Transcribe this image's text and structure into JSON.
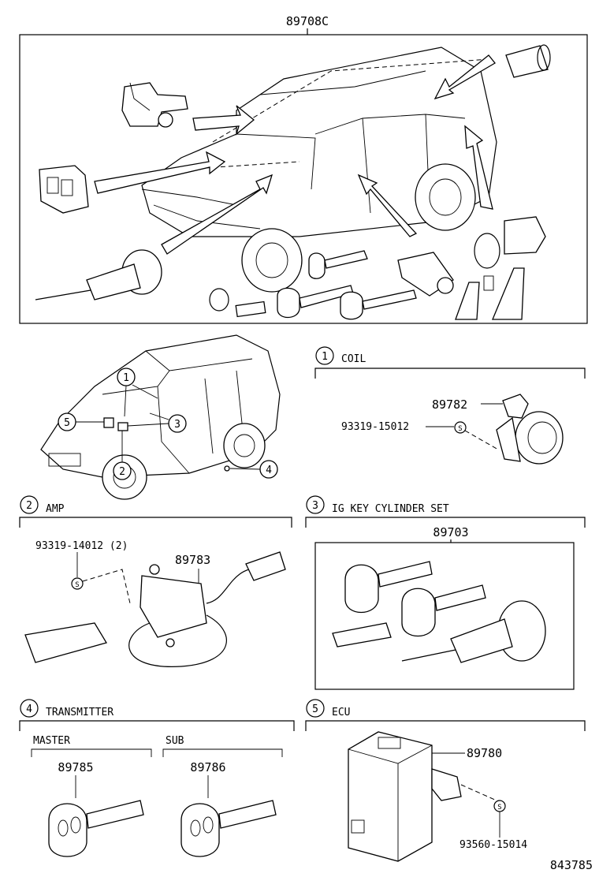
{
  "top": {
    "part_number": "89708C"
  },
  "sections": {
    "coil": {
      "index": "1",
      "title": "COIL",
      "parts": {
        "coil": "89782",
        "screw": "93319-15012"
      },
      "screw_mark": "S"
    },
    "amp": {
      "index": "2",
      "title": "AMP",
      "parts": {
        "amp": "89783",
        "screw": "93319-14012 (2)"
      },
      "screw_mark": "S"
    },
    "ig_key": {
      "index": "3",
      "title": "IG KEY CYLINDER SET",
      "parts": {
        "set": "89703"
      }
    },
    "transmitter": {
      "index": "4",
      "title": "TRANSMITTER",
      "master": {
        "label": "MASTER",
        "part": "89785"
      },
      "sub": {
        "label": "SUB",
        "part": "89786"
      }
    },
    "ecu": {
      "index": "5",
      "title": "ECU",
      "parts": {
        "ecu": "89780",
        "screw": "93560-15014"
      },
      "screw_mark": "S"
    }
  },
  "locator": {
    "callouts": [
      "1",
      "2",
      "3",
      "4",
      "5"
    ]
  },
  "footer": {
    "diagram_number": "843785"
  }
}
